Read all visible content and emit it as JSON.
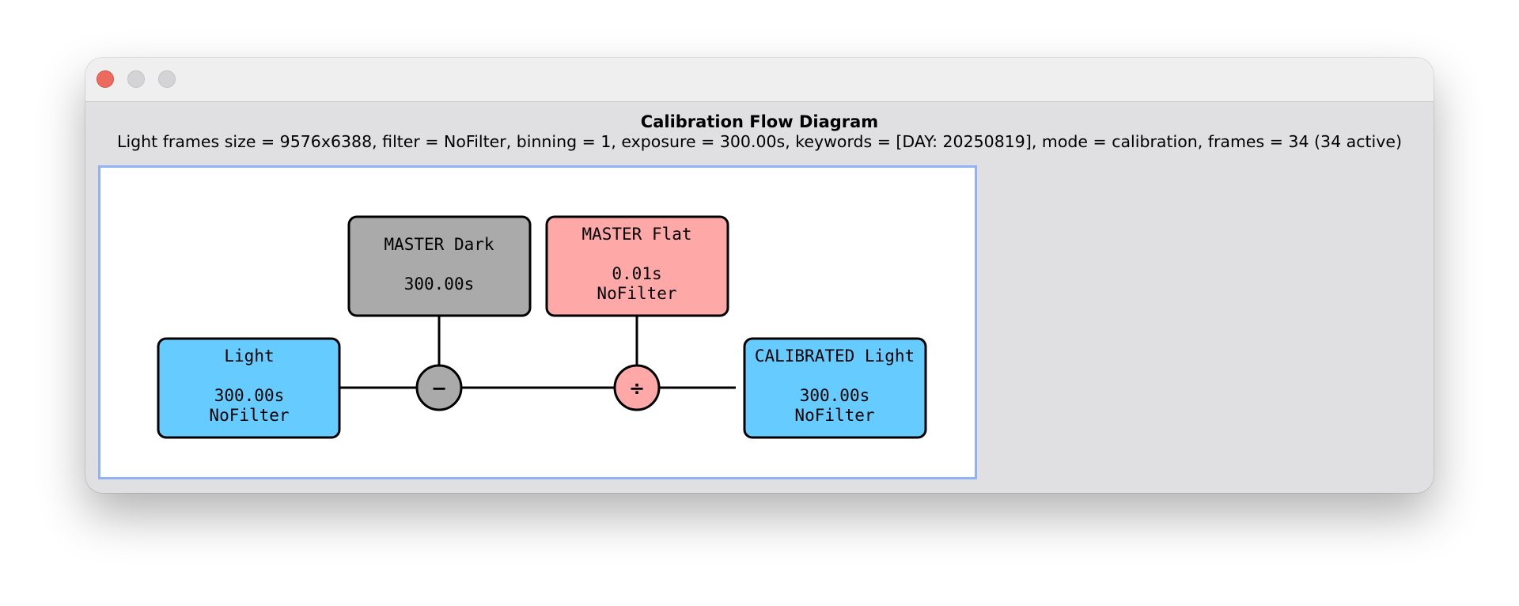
{
  "window": {
    "controls": [
      "close",
      "minimize",
      "zoom"
    ]
  },
  "header": {
    "title": "Calibration Flow Diagram",
    "summary": "Light frames size = 9576x6388, filter = NoFilter, binning = 1, exposure = 300.00s, keywords = [DAY: 20250819], mode = calibration, frames = 34 (34 active)"
  },
  "diagram": {
    "light": {
      "title": "Light",
      "exposure": "300.00s",
      "filter": "NoFilter",
      "color": "#66ccff"
    },
    "master_dark": {
      "title": "MASTER Dark",
      "exposure": "300.00s",
      "color": "#aaaaaa"
    },
    "master_flat": {
      "title": "MASTER Flat",
      "exposure": "0.01s",
      "filter": "NoFilter",
      "color": "#ffa8a8"
    },
    "calibrated_light": {
      "title": "CALIBRATED Light",
      "exposure": "300.00s",
      "filter": "NoFilter",
      "color": "#66ccff"
    },
    "subtract_op": {
      "symbol": "−",
      "color": "#aaaaaa"
    },
    "divide_op": {
      "symbol": "÷",
      "color": "#ffa8a8"
    },
    "panel_border_color": "#8fb3f5"
  }
}
